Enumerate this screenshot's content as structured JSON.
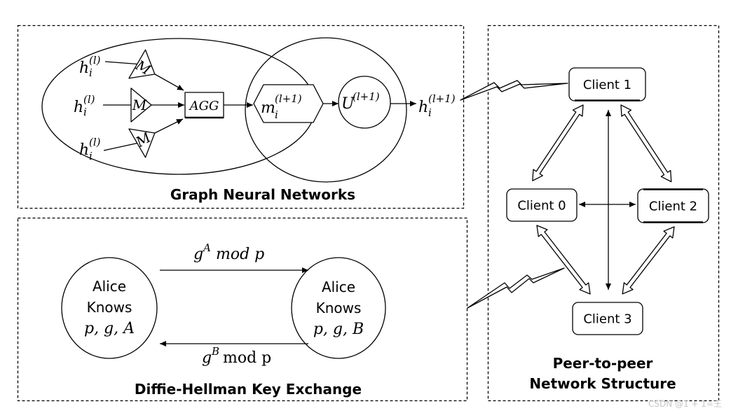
{
  "gnn": {
    "title": "Graph Neural Networks",
    "inputs": [
      {
        "base": "h",
        "sub": "i",
        "sup": "(l)"
      },
      {
        "base": "h",
        "sub": "i",
        "sup": "(l)"
      },
      {
        "base": "h",
        "sub": "i",
        "sup": "(l)"
      }
    ],
    "message_fn": [
      "M",
      "M",
      "M"
    ],
    "aggregate": "AGG",
    "message": {
      "base": "m",
      "sub": "i",
      "sup": "(l+1)"
    },
    "update": {
      "base": "U",
      "sup": "(l+1)"
    },
    "output": {
      "base": "h",
      "sub": "i",
      "sup": "(l+1)"
    }
  },
  "dh": {
    "title": "Diffie-Hellman Key Exchange",
    "party_left": {
      "line1": "Alice",
      "line2": "Knows",
      "line3": "p, g, A"
    },
    "party_right": {
      "line1": "Alice",
      "line2": "Knows",
      "line3": "p, g, B"
    },
    "msg_to_right": {
      "base": "g",
      "sup": "A",
      "rest": "mod p"
    },
    "msg_to_left": {
      "base": "g",
      "sup": "B",
      "rest": "mod p"
    }
  },
  "p2p": {
    "title_line1": "Peer-to-peer",
    "title_line2": "Network Structure",
    "clients": {
      "client1": "Client 1",
      "client0": "Client 0",
      "client2": "Client 2",
      "client3": "Client 3"
    }
  },
  "watermark": "CSDN @1 + 1=王"
}
